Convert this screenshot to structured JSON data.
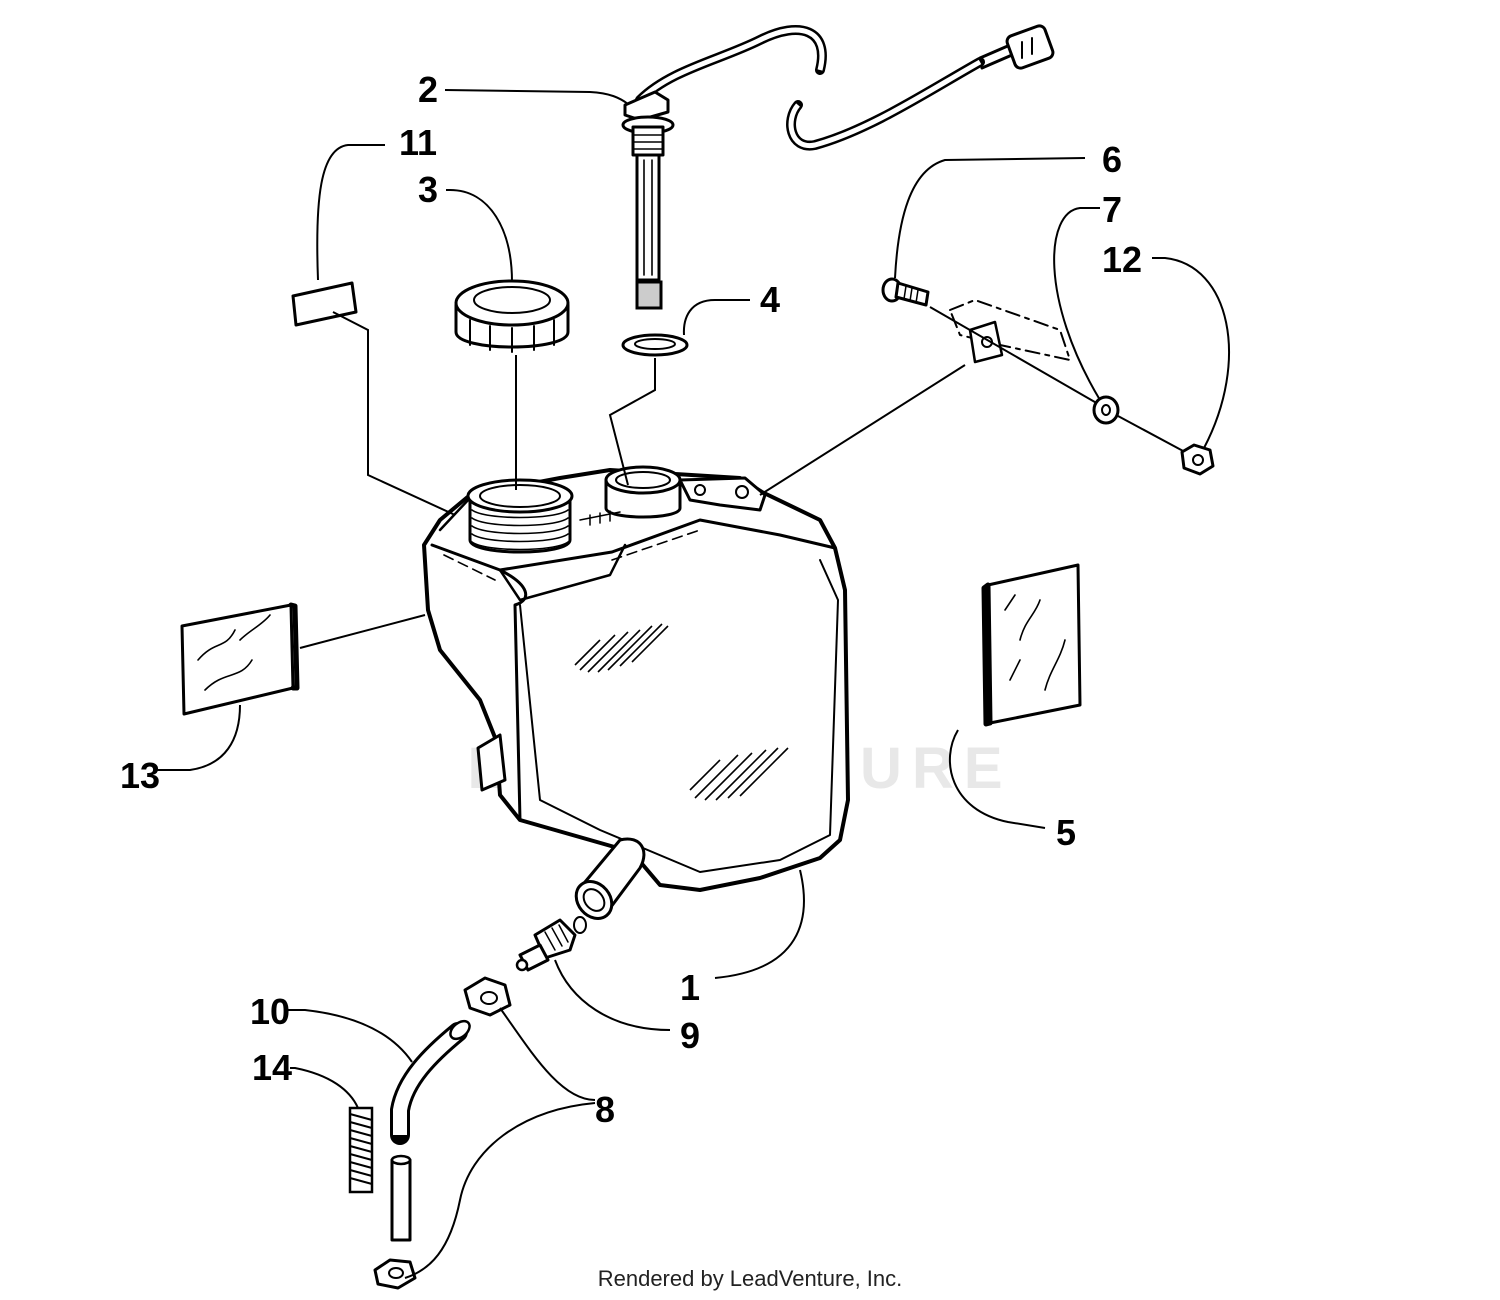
{
  "diagram": {
    "watermark": "LEADVENTURE",
    "credit": "Rendered by LeadVenture, Inc.",
    "callouts": [
      "1",
      "2",
      "3",
      "4",
      "5",
      "6",
      "7",
      "8",
      "9",
      "10",
      "11",
      "12",
      "13",
      "14"
    ]
  }
}
